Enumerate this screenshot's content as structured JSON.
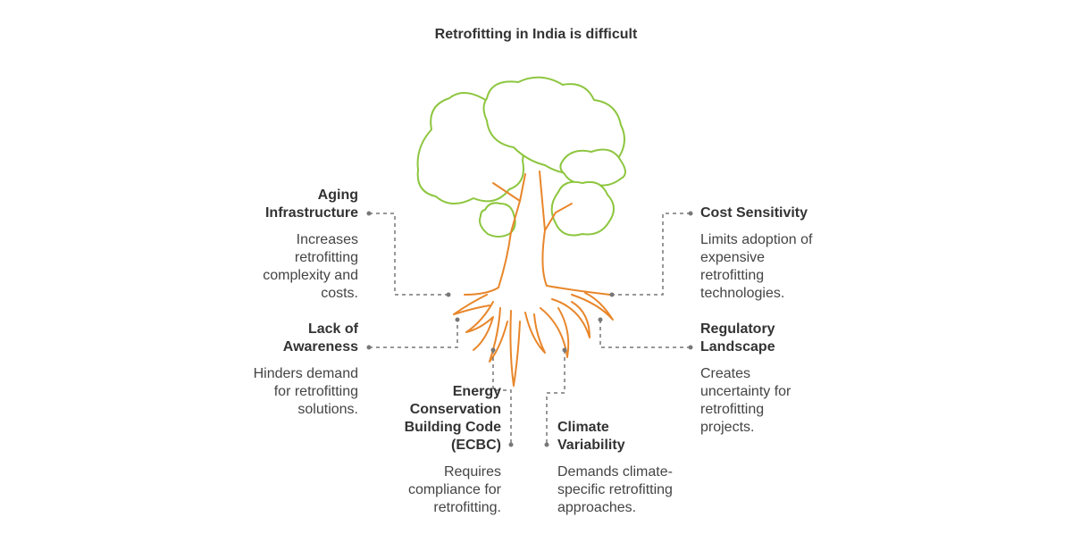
{
  "title": "Retrofitting in India is difficult",
  "colors": {
    "foliage": "#8DC63F",
    "roots": "#E8862A",
    "connector": "#777777",
    "text": "#333333"
  },
  "items": [
    {
      "id": "aging",
      "heading": "Aging Infrastructure",
      "description": "Increases retrofitting complexity and costs."
    },
    {
      "id": "awareness",
      "heading": "Lack of Awareness",
      "description": "Hinders demand for retrofitting solutions."
    },
    {
      "id": "ecbc",
      "heading": "Energy Conservation Building Code (ECBC)",
      "description": "Requires compliance for retrofitting."
    },
    {
      "id": "cost",
      "heading": "Cost Sensitivity",
      "description": "Limits adoption of expensive retrofitting technologies."
    },
    {
      "id": "regulatory",
      "heading": "Regulatory Landscape",
      "description": "Creates uncertainty for retrofitting projects."
    },
    {
      "id": "climate",
      "heading": "Climate Variability",
      "description": "Demands climate-specific retrofitting approaches."
    }
  ]
}
